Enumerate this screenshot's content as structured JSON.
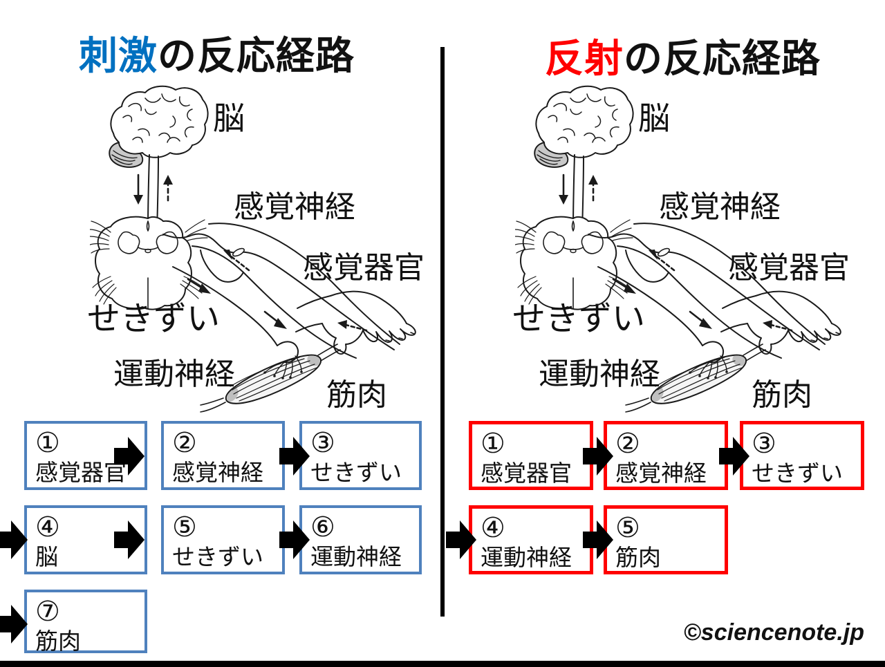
{
  "watermark": "©sciencenote.jp",
  "panels": {
    "left": {
      "title_colored": "刺激",
      "title_rest": "の反応経路",
      "accent": "#0070C0",
      "box_border": "#4F81BD",
      "arrow_fill": "#4F81BD",
      "arrow_stroke": "#38608C",
      "anatomy_labels": {
        "brain": "脳",
        "sensory_nerve": "感覚神経",
        "sensory_organ": "感覚器官",
        "spinal_cord": "せきずい",
        "motor_nerve": "運動神経",
        "muscle": "筋肉"
      },
      "flow": [
        {
          "num": "①",
          "label": "感覚器官"
        },
        {
          "num": "②",
          "label": "感覚神経"
        },
        {
          "num": "③",
          "label": "せきずい"
        },
        {
          "num": "④",
          "label": "脳"
        },
        {
          "num": "⑤",
          "label": "せきずい"
        },
        {
          "num": "⑥",
          "label": "運動神経"
        },
        {
          "num": "⑦",
          "label": "筋肉"
        }
      ]
    },
    "right": {
      "title_colored": "反射",
      "title_rest": "の反応経路",
      "accent": "#FF0000",
      "box_border": "#FF0000",
      "arrow_fill": "#C0504D",
      "arrow_stroke": "#943634",
      "anatomy_labels": {
        "brain": "脳",
        "sensory_nerve": "感覚神経",
        "sensory_organ": "感覚器官",
        "spinal_cord": "せきずい",
        "motor_nerve": "運動神経",
        "muscle": "筋肉"
      },
      "flow": [
        {
          "num": "①",
          "label": "感覚器官"
        },
        {
          "num": "②",
          "label": "感覚神経"
        },
        {
          "num": "③",
          "label": "せきずい"
        },
        {
          "num": "④",
          "label": "運動神経"
        },
        {
          "num": "⑤",
          "label": "筋肉"
        }
      ]
    }
  }
}
